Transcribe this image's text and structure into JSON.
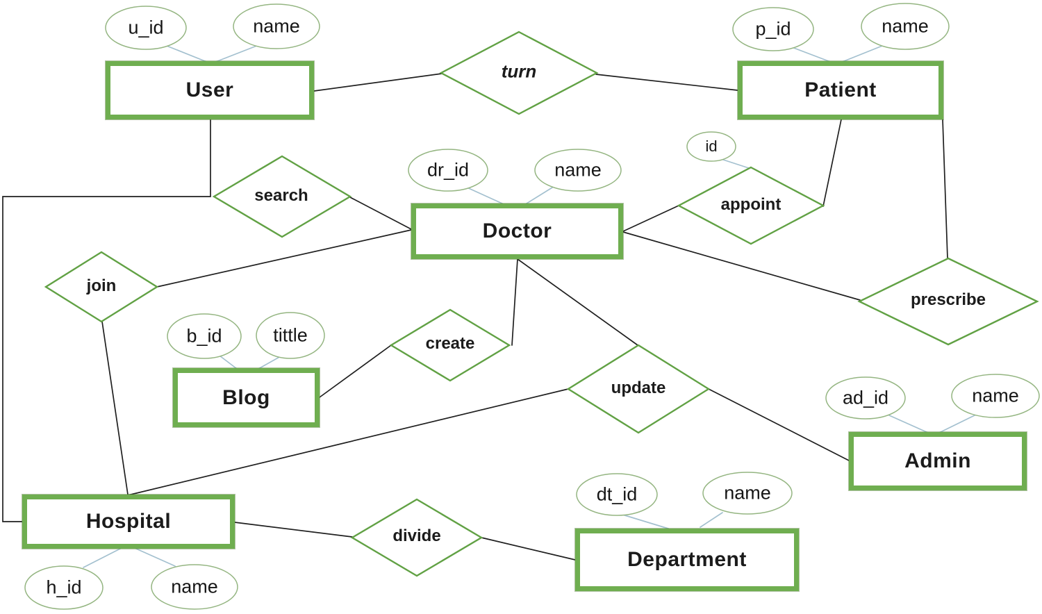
{
  "colors": {
    "background": "#ffffff",
    "entity_border": "#6fae50",
    "diamond_border": "#61a144",
    "ellipse_border": "#94b581",
    "attribute_line": "#a3c0cf",
    "relation_line": "#1f1f1f",
    "text": "#111111"
  },
  "entities": {
    "user": {
      "label": "User",
      "attributes": [
        "u_id",
        "name"
      ]
    },
    "patient": {
      "label": "Patient",
      "attributes": [
        "p_id",
        "name"
      ]
    },
    "doctor": {
      "label": "Doctor",
      "attributes": [
        "dr_id",
        "name"
      ]
    },
    "blog": {
      "label": "Blog",
      "attributes": [
        "b_id",
        "tittle"
      ]
    },
    "hospital": {
      "label": "Hospital",
      "attributes": [
        "h_id",
        "name"
      ]
    },
    "admin": {
      "label": "Admin",
      "attributes": [
        "ad_id",
        "name"
      ]
    },
    "department": {
      "label": "Department",
      "attributes": [
        "dt_id",
        "name"
      ]
    }
  },
  "relationships": {
    "turn": {
      "label": "turn",
      "connects": [
        "User",
        "Patient"
      ]
    },
    "search": {
      "label": "search",
      "connects": [
        "User",
        "Doctor"
      ]
    },
    "appoint": {
      "label": "appoint",
      "connects": [
        "Doctor",
        "Patient"
      ],
      "attributes": [
        "id"
      ]
    },
    "prescribe": {
      "label": "prescribe",
      "connects": [
        "Doctor",
        "Patient"
      ]
    },
    "join": {
      "label": "join",
      "connects": [
        "Doctor",
        "Hospital"
      ]
    },
    "create": {
      "label": "create",
      "connects": [
        "Blog",
        "Doctor"
      ]
    },
    "update": {
      "label": "update",
      "connects": [
        "Doctor",
        "Hospital",
        "Admin"
      ]
    },
    "divide": {
      "label": "divide",
      "connects": [
        "Hospital",
        "Department"
      ]
    }
  }
}
